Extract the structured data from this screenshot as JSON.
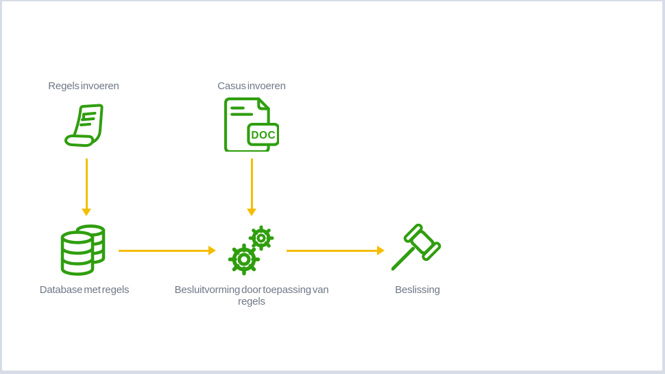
{
  "colors": {
    "icon_green": "#2F9E0E",
    "arrow_yellow": "#F5BD00",
    "label_text": "#6F7787",
    "border": "#D6DDE6",
    "background": "#FFFFFF"
  },
  "nodes": {
    "regels": {
      "label": "Regels invoeren",
      "icon": "scroll-icon"
    },
    "casus": {
      "label": "Casus invoeren",
      "icon": "doc-file-icon",
      "badge": "DOC"
    },
    "database": {
      "label": "Database met regels",
      "icon": "database-icon"
    },
    "besluitvorming": {
      "label": "Besluitvorming door toepassing van regels",
      "icon": "gears-icon"
    },
    "beslissing": {
      "label": "Beslissing",
      "icon": "gavel-icon"
    }
  },
  "edges": [
    {
      "from": "Regels invoeren",
      "to": "Database met regels",
      "direction": "down"
    },
    {
      "from": "Casus invoeren",
      "to": "Besluitvorming door toepassing van regels",
      "direction": "down"
    },
    {
      "from": "Database met regels",
      "to": "Besluitvorming door toepassing van regels",
      "direction": "right"
    },
    {
      "from": "Besluitvorming door toepassing van regels",
      "to": "Beslissing",
      "direction": "right"
    }
  ]
}
